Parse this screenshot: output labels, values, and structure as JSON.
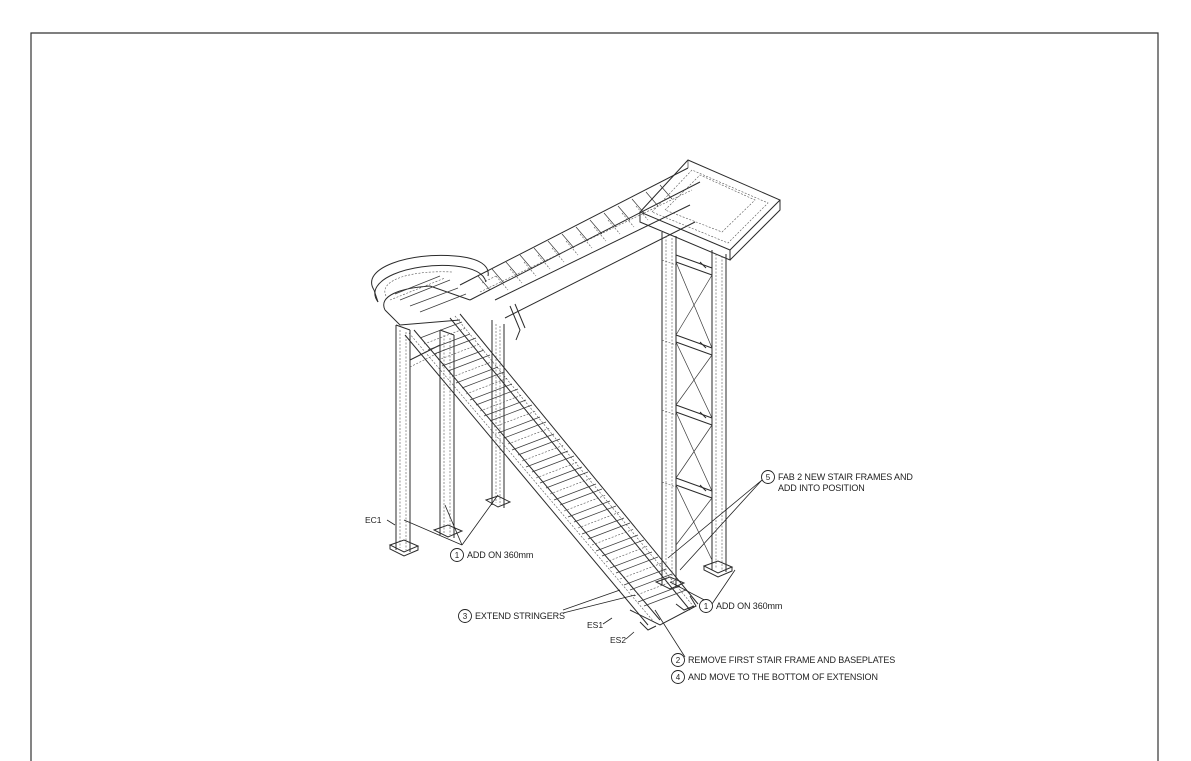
{
  "notes": [
    {
      "num": "1",
      "text": "ADD ON 360mm"
    },
    {
      "num": "1",
      "text": "ADD ON 360mm"
    },
    {
      "num": "2",
      "text": "REMOVE FIRST STAIR FRAME AND BASEPLATES"
    },
    {
      "num": "3",
      "text": "EXTEND STRINGERS"
    },
    {
      "num": "4",
      "text": "AND MOVE TO THE BOTTOM OF EXTENSION"
    },
    {
      "num": "5",
      "line1": "FAB 2 NEW STAIR FRAMES AND",
      "line2": "ADD INTO POSITION"
    }
  ],
  "tags": {
    "ec1": "EC1",
    "es1": "ES1",
    "es2": "ES2"
  },
  "colors": {
    "linework": "#2b2b2b",
    "paper": "#ffffff",
    "border": "#333333"
  }
}
